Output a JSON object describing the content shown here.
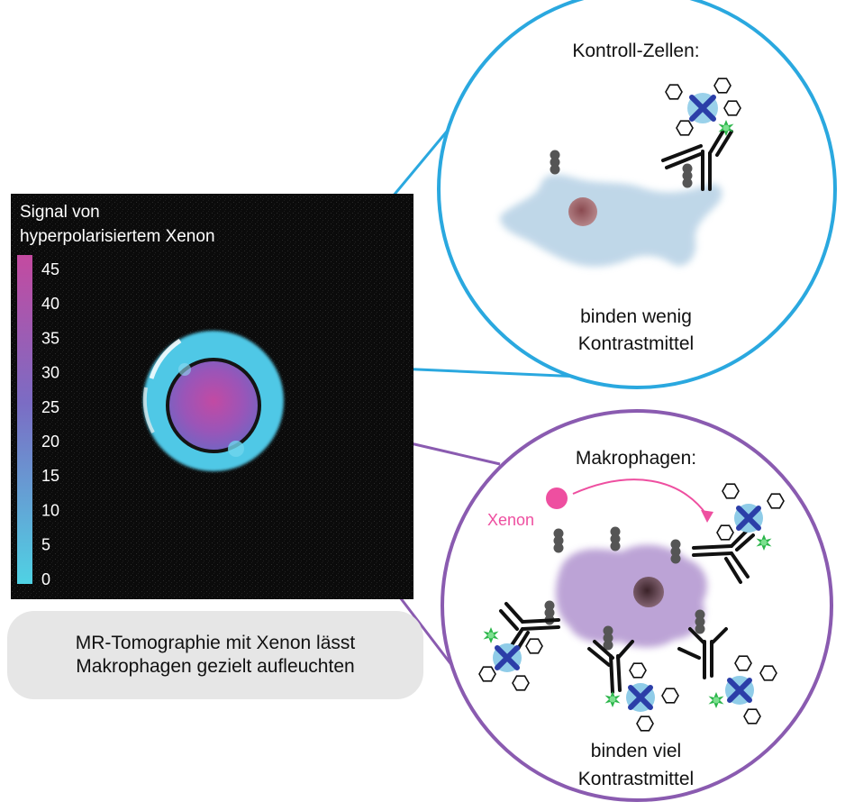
{
  "mri_panel": {
    "legend_title_line1": "Signal von",
    "legend_title_line2": "hyperpolarisiertem Xenon",
    "scale_ticks": [
      "45",
      "40",
      "35",
      "30",
      "25",
      "20",
      "15",
      "10",
      "5",
      "0"
    ],
    "scale_colors": {
      "top": "#c44aa0",
      "mid": "#7b6cc4",
      "bottom": "#4fd2e4"
    }
  },
  "caption": {
    "line1": "MR-Tomographie mit Xenon lässt",
    "line2": "Makrophagen gezielt aufleuchten"
  },
  "control_cells": {
    "title": "Kontroll-Zellen:",
    "desc_line1": "binden wenig",
    "desc_line2": "Kontrastmittel",
    "border_color": "#2aa8df"
  },
  "macrophages": {
    "title": "Makrophagen:",
    "xenon_label": "Xenon",
    "desc_line1": "binden viel",
    "desc_line2": "Kontrastmittel",
    "border_color": "#8a5bb0",
    "xenon_color": "#ee4fa0"
  }
}
